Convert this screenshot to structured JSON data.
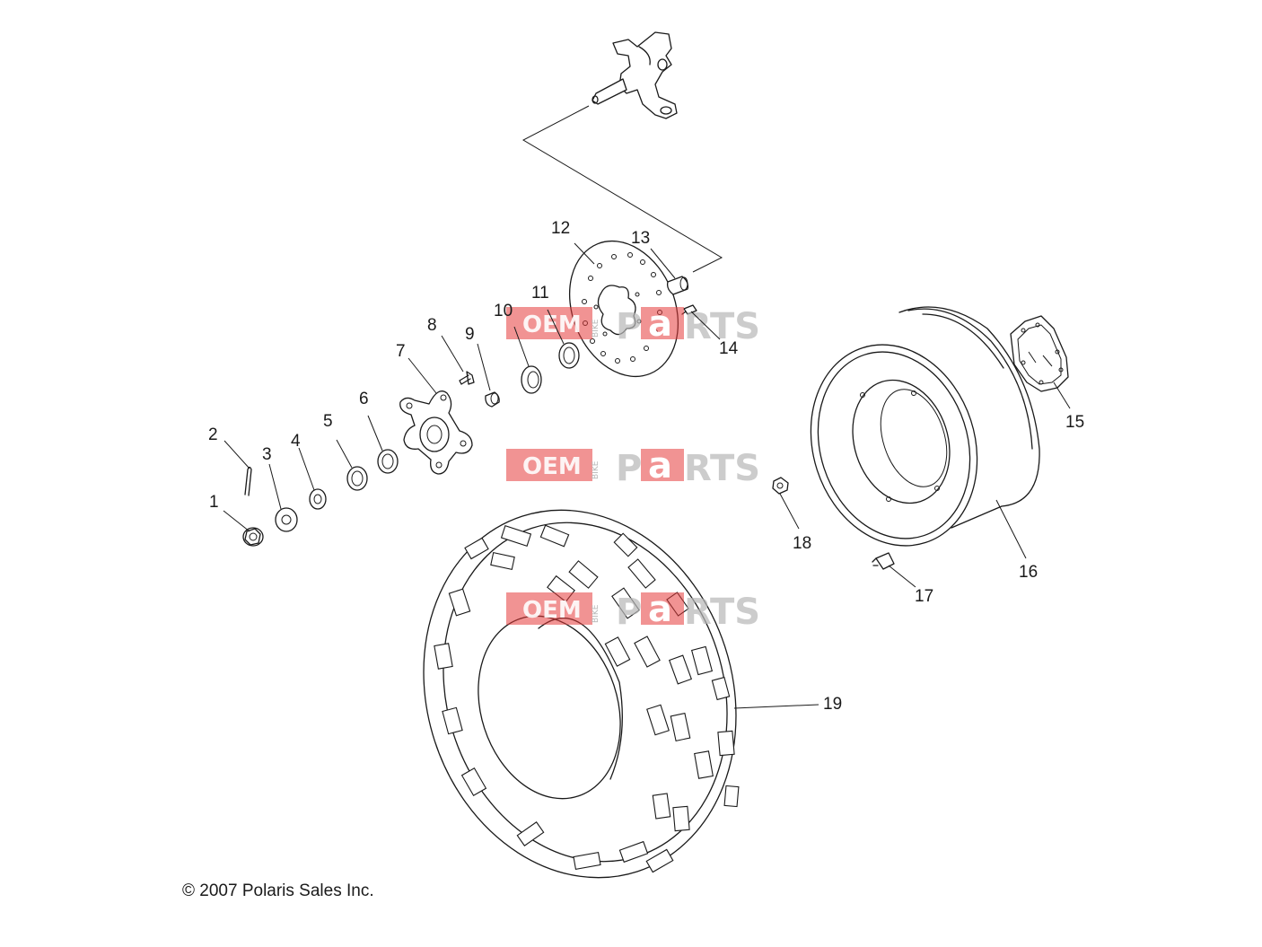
{
  "callouts": [
    "1",
    "2",
    "3",
    "4",
    "5",
    "6",
    "7",
    "8",
    "9",
    "10",
    "11",
    "12",
    "13",
    "14",
    "15",
    "16",
    "17",
    "18",
    "19"
  ],
  "watermark": {
    "left": "OEM",
    "middle": "BIKE",
    "accent": "a",
    "right": "RTS",
    "p": "P"
  },
  "copyright": "© 2007 Polaris Sales Inc."
}
